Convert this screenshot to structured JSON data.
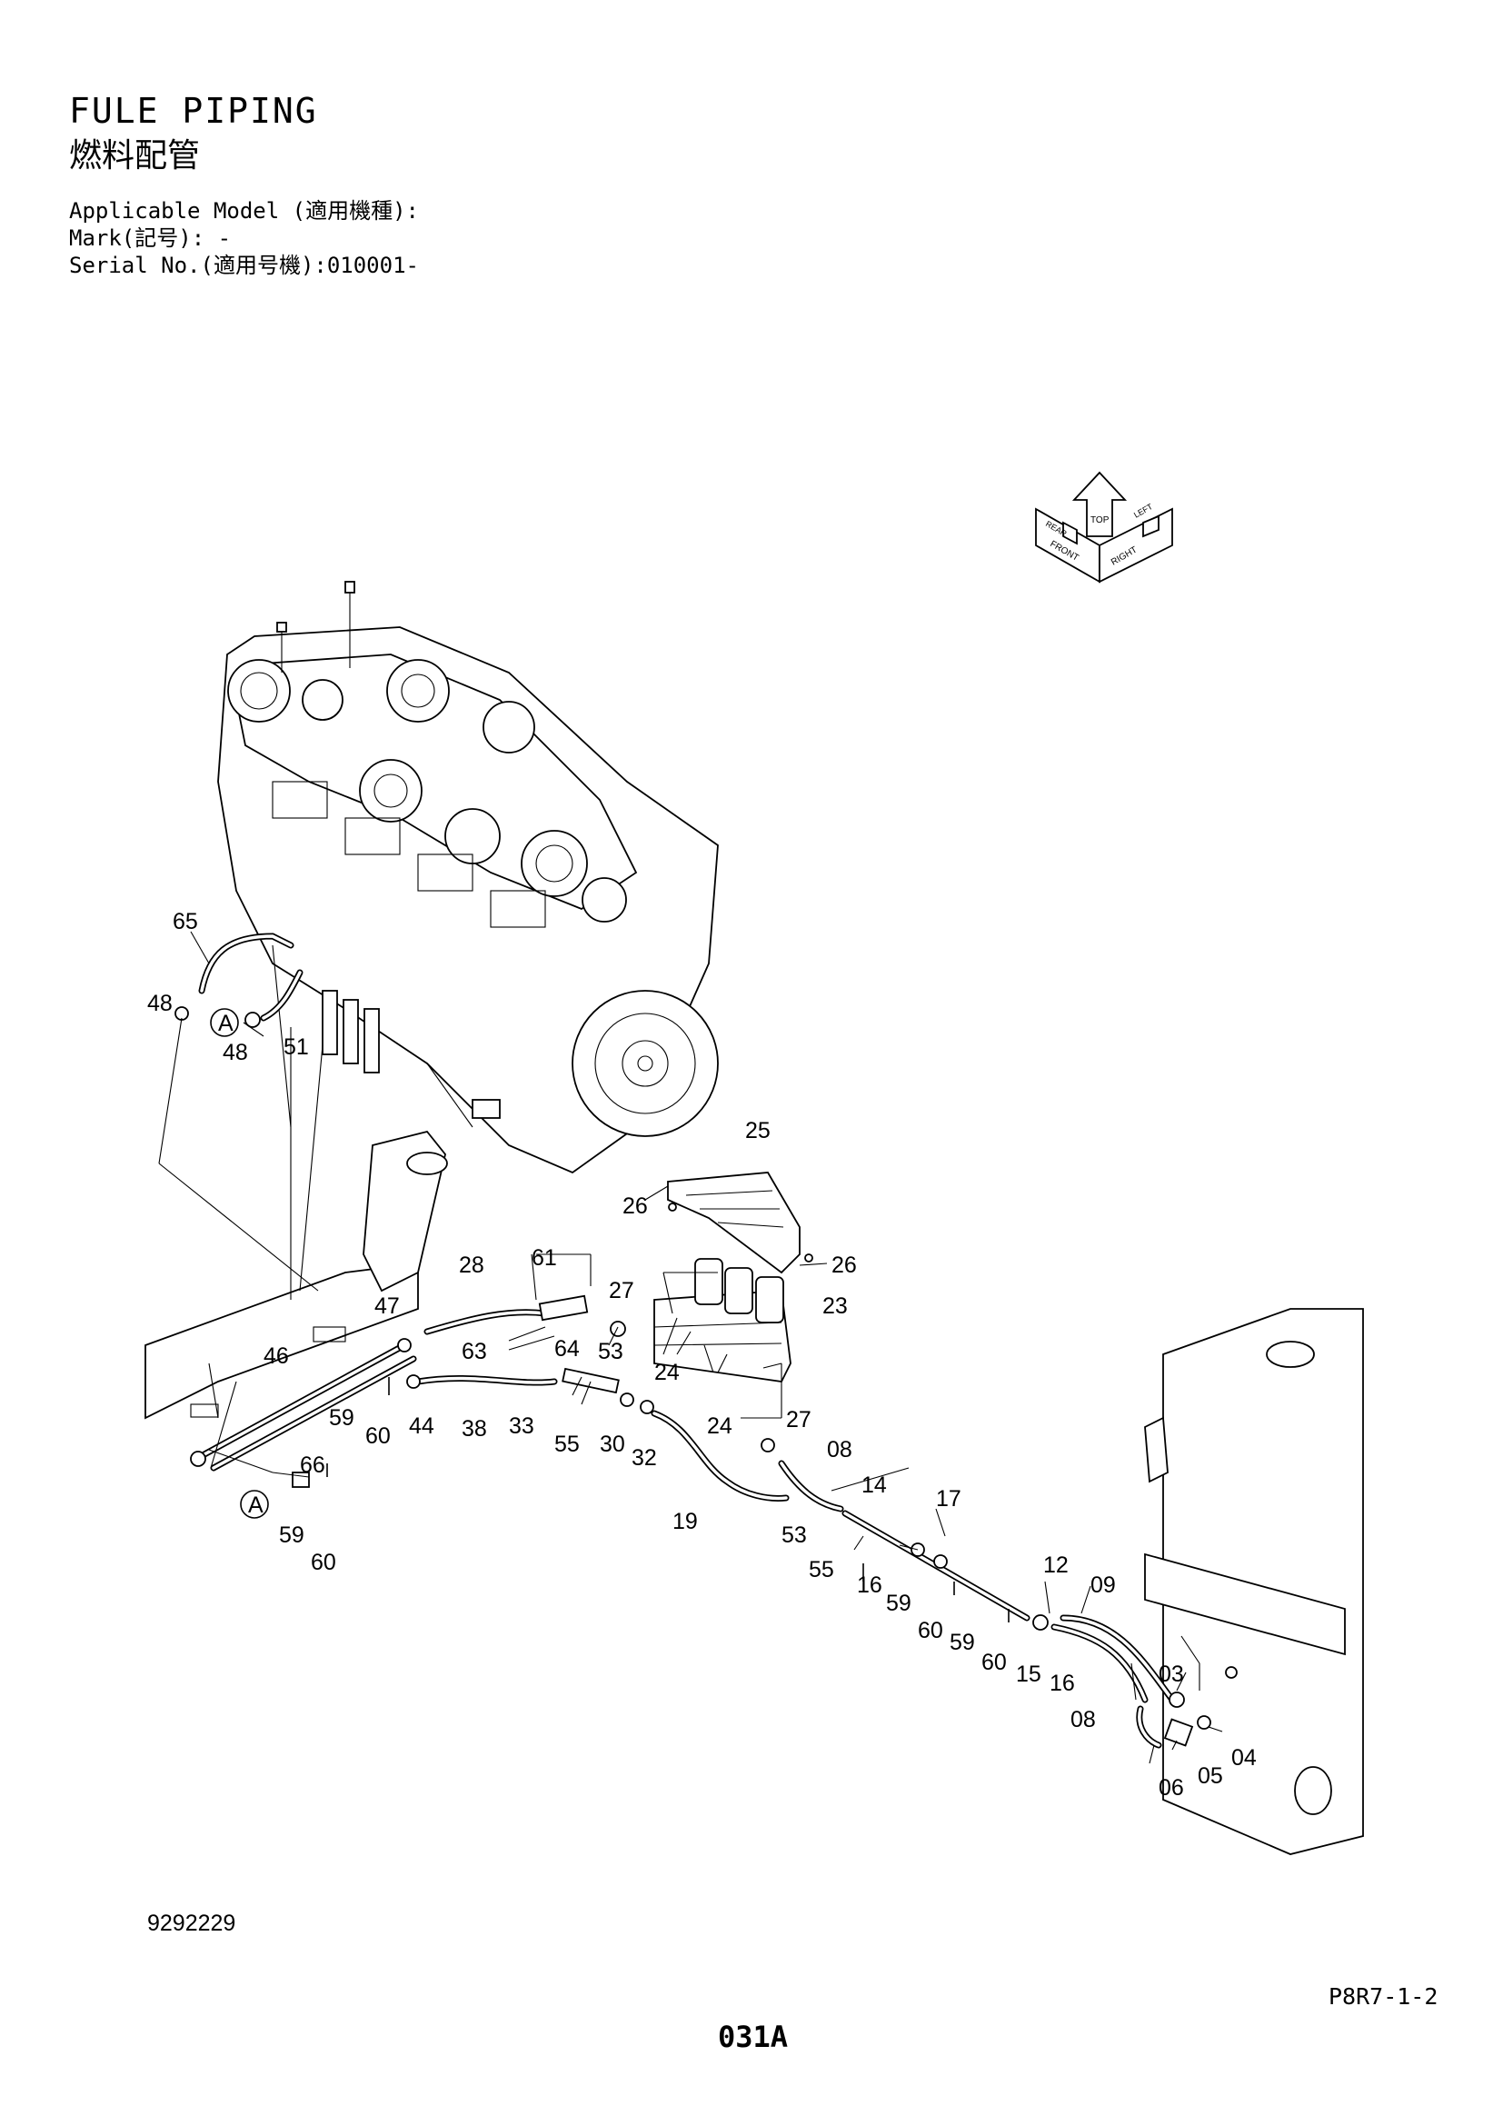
{
  "header": {
    "title_en": "FULE PIPING",
    "title_jp": "燃料配管",
    "applicable_model": "Applicable Model (適用機種):",
    "mark": "Mark(記号): -",
    "serial": "Serial No.(適用号機):010001-"
  },
  "orientation": {
    "top": "TOP",
    "front": "FRONT",
    "right": "RIGHT",
    "rear": "REAR",
    "left": "LEFT"
  },
  "callouts": {
    "c65": "65",
    "c48a": "48",
    "c48b": "48",
    "c51": "51",
    "cA1": "A",
    "c25": "25",
    "c26a": "26",
    "c26b": "26",
    "c61": "61",
    "c28": "28",
    "c27a": "27",
    "c23": "23",
    "c47": "47",
    "c46": "46",
    "c63": "63",
    "c64": "64",
    "c53a": "53",
    "c24a": "24",
    "c24b": "24",
    "c59a": "59",
    "c60a": "60",
    "c44": "44",
    "c38": "38",
    "c33": "33",
    "c55a": "55",
    "c30": "30",
    "c32": "32",
    "c66": "66",
    "c27b": "27",
    "c08a": "08",
    "c14": "14",
    "cA2": "A",
    "c17": "17",
    "c19": "19",
    "c59b": "59",
    "c60b": "60",
    "c53b": "53",
    "c55b": "55",
    "c16a": "16",
    "c59c": "59",
    "c60c": "60",
    "c12": "12",
    "c09": "09",
    "c59d": "59",
    "c60d": "60",
    "c15": "15",
    "c16b": "16",
    "c03": "03",
    "c08b": "08",
    "c04": "04",
    "c05": "05",
    "c06": "06"
  },
  "footer": {
    "drawing_number": "9292229",
    "sheet_ref": "P8R7-1-2",
    "page": "031A"
  }
}
